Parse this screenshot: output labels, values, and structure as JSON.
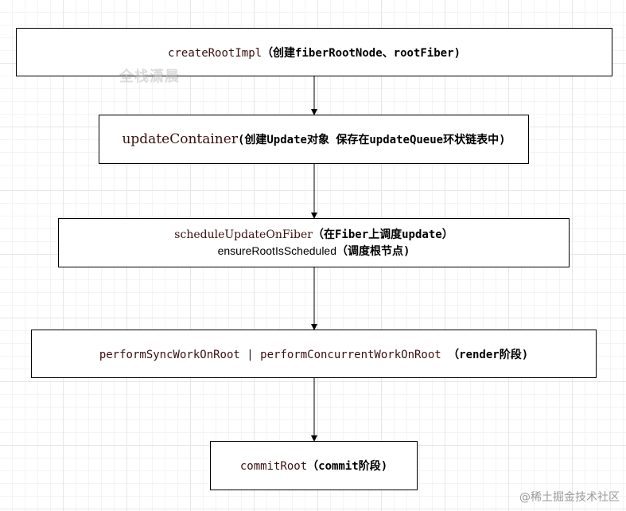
{
  "boxes": {
    "create_root": {
      "fn": "createRootImpl",
      "desc": "（创建fiberRootNode、rootFiber)"
    },
    "update_container": {
      "fn": "updateContainer",
      "desc": "(创建Update对象 保存在updateQueue环状链表中)"
    },
    "schedule": {
      "line1_fn": "scheduleUpdateOnFiber",
      "line1_desc": "（在Fiber上调度update）",
      "line2_fn": "ensureRootIsScheduled",
      "line2_desc": "（调度根节点)"
    },
    "perform": {
      "fn1": "performSyncWorkOnRoot",
      "sep": " | ",
      "fn2": "performConcurrentWorkOnRoot",
      "desc": " （render阶段)"
    },
    "commit": {
      "fn": "commitRoot",
      "desc": "（commit阶段)"
    }
  },
  "watermark": "全栈潇晨",
  "credit": "@稀土掘金技术社区",
  "colors": {
    "line": "#000000",
    "grid": "#e6e6e6",
    "fn_text": "#3b0f0f"
  }
}
